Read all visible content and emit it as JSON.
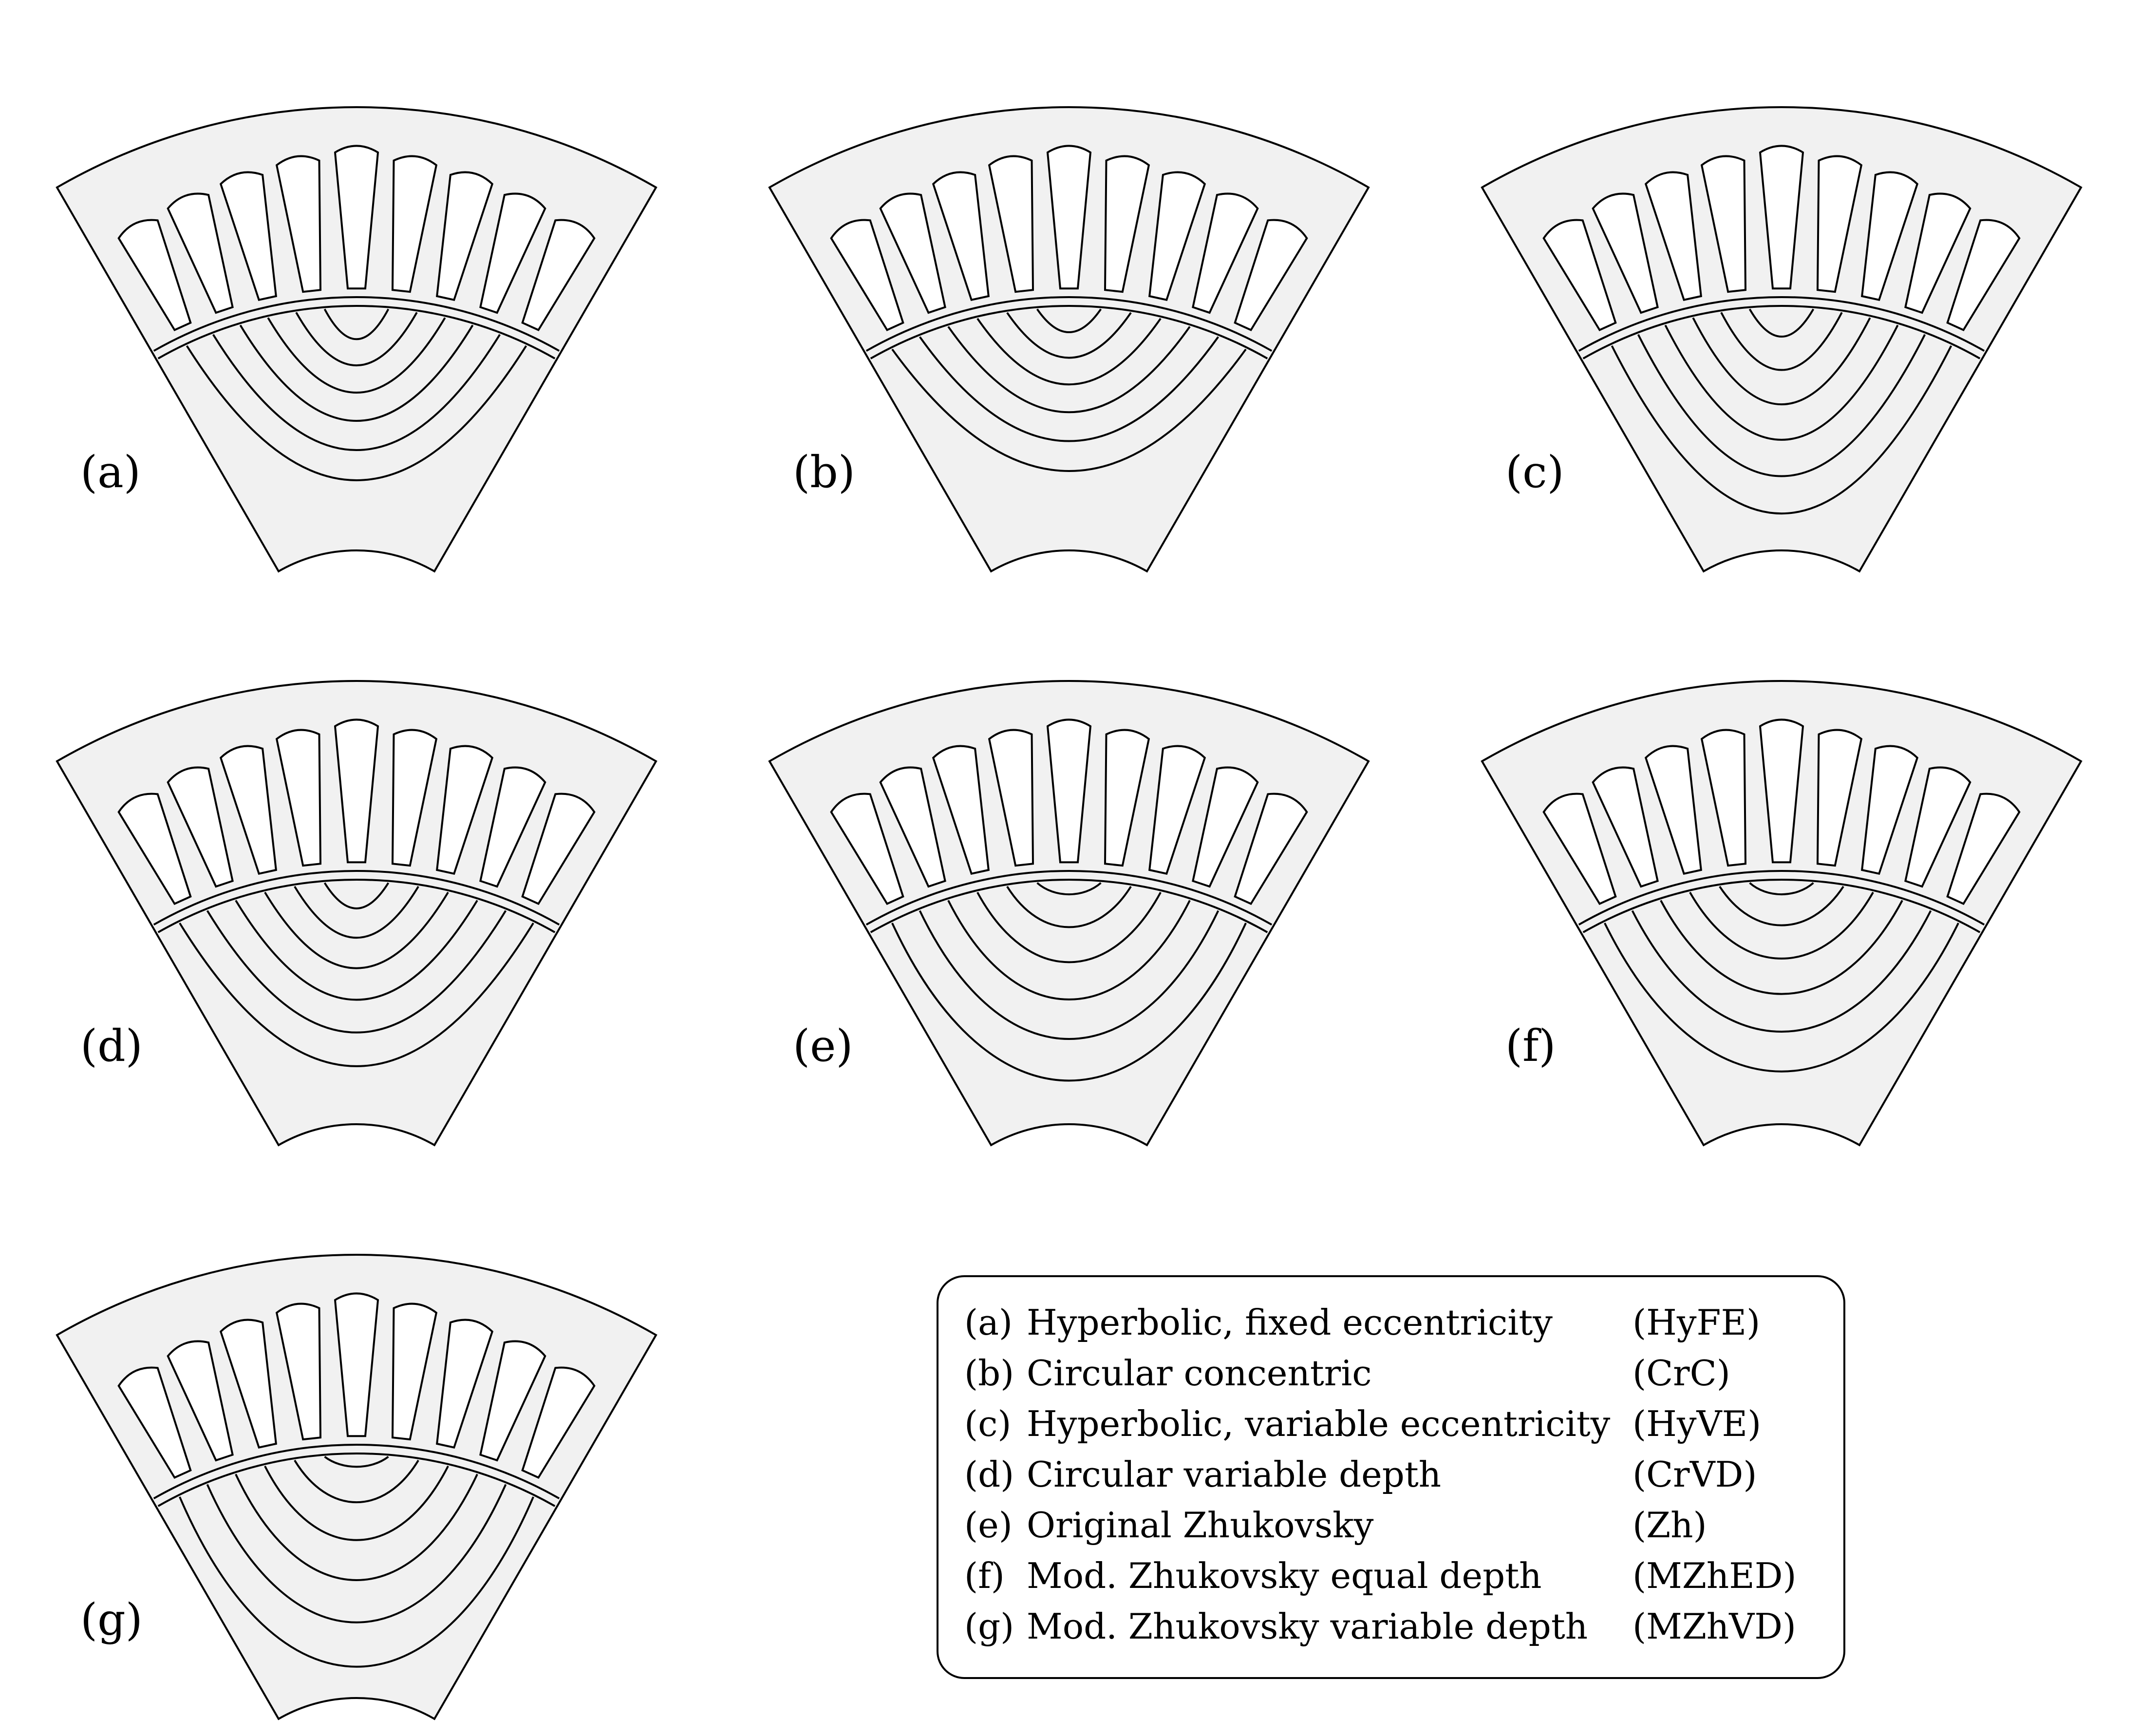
{
  "panels": [
    {
      "label": "(a)",
      "variant": "hyperbolic-fixed"
    },
    {
      "label": "(b)",
      "variant": "circular-concentric"
    },
    {
      "label": "(c)",
      "variant": "hyperbolic-variable"
    },
    {
      "label": "(d)",
      "variant": "circular-variable-depth"
    },
    {
      "label": "(e)",
      "variant": "original-zhukovsky"
    },
    {
      "label": "(f)",
      "variant": "zhukovsky-equal-depth"
    },
    {
      "label": "(g)",
      "variant": "zhukovsky-variable-depth"
    }
  ],
  "legend": {
    "rows": [
      {
        "key": "(a)",
        "name": "Hyperbolic, fixed eccentricity",
        "abbr": "(HyFE)"
      },
      {
        "key": "(b)",
        "name": "Circular concentric",
        "abbr": "(CrC)"
      },
      {
        "key": "(c)",
        "name": "Hyperbolic, variable eccentricity",
        "abbr": "(HyVE)"
      },
      {
        "key": "(d)",
        "name": "Circular variable depth",
        "abbr": "(CrVD)"
      },
      {
        "key": "(e)",
        "name": "Original Zhukovsky",
        "abbr": "(Zh)"
      },
      {
        "key": "(f)",
        "name": "Mod. Zhukovsky equal depth",
        "abbr": "(MZhED)"
      },
      {
        "key": "(g)",
        "name": "Mod. Zhukovsky variable depth",
        "abbr": "(MZhVD)"
      }
    ]
  },
  "colors": {
    "lamination_fill": "#f1f1f1",
    "slot_fill": "#ffffff",
    "stroke": "#000000",
    "background": "#ffffff"
  }
}
